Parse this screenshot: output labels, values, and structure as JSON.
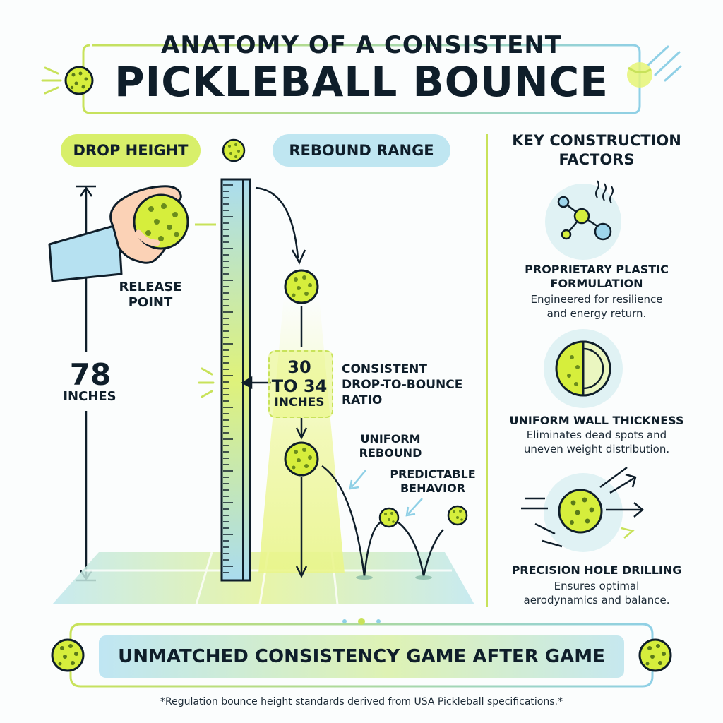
{
  "title": {
    "line1": "ANATOMY OF A CONSISTENT",
    "line2": "PICKLEBALL BOUNCE"
  },
  "left_panel": {
    "drop_label": "DROP HEIGHT",
    "rebound_label": "REBOUND RANGE",
    "release_point": [
      "RELEASE",
      "POINT"
    ],
    "drop_value": "78",
    "drop_unit": "INCHES",
    "rebound_range": {
      "line1": "30",
      "line2": "TO 34",
      "line3": "INCHES"
    },
    "ratio_label": [
      "CONSISTENT",
      "DROP-TO-BOUNCE",
      "RATIO"
    ],
    "uniform_label": [
      "UNIFORM",
      "REBOUND"
    ],
    "predictable_label": [
      "PREDICTABLE",
      "BEHAVIOR"
    ]
  },
  "factors": {
    "heading": [
      "KEY CONSTRUCTION",
      "FACTORS"
    ],
    "items": [
      {
        "title": [
          "PROPRIETARY PLASTIC",
          "FORMULATION"
        ],
        "desc": [
          "Engineered for resilience",
          "and energy return."
        ],
        "icon": "molecule-icon"
      },
      {
        "title": [
          "UNIFORM WALL THICKNESS"
        ],
        "desc": [
          "Eliminates dead spots and",
          "uneven weight distribution."
        ],
        "icon": "ball-cross-section-icon"
      },
      {
        "title": [
          "PRECISION HOLE DRILLING"
        ],
        "desc": [
          "Ensures optimal",
          "aerodynamics and balance."
        ],
        "icon": "ball-motion-icon"
      }
    ]
  },
  "banner": "UNMATCHED CONSISTENCY GAME AFTER GAME",
  "footnote": "*Regulation bounce height standards derived from USA Pickleball specifications.*",
  "colors": {
    "ink": "#0f1e2a",
    "ball_fill": "#d6ee3c",
    "lime_accent": "#c8e25a",
    "blue_accent": "#8fd0e6",
    "ruler_blue": "#9ed6ec"
  }
}
